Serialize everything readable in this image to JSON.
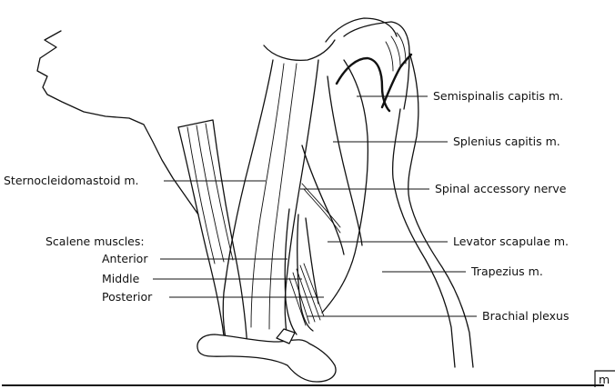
{
  "labels": {
    "semispinalis": "Semispinalis capitis m.",
    "splenius": "Splenius capitis m.",
    "scm": "Sternocleidomastoid m.",
    "spinal_accessory": "Spinal accessory nerve",
    "scalene_heading": "Scalene muscles:",
    "anterior": "Anterior",
    "levator": "Levator scapulae m.",
    "middle": "Middle",
    "trapezius": "Trapezius m.",
    "posterior": "Posterior",
    "brachial": "Brachial plexus",
    "corner_mark": "m"
  }
}
